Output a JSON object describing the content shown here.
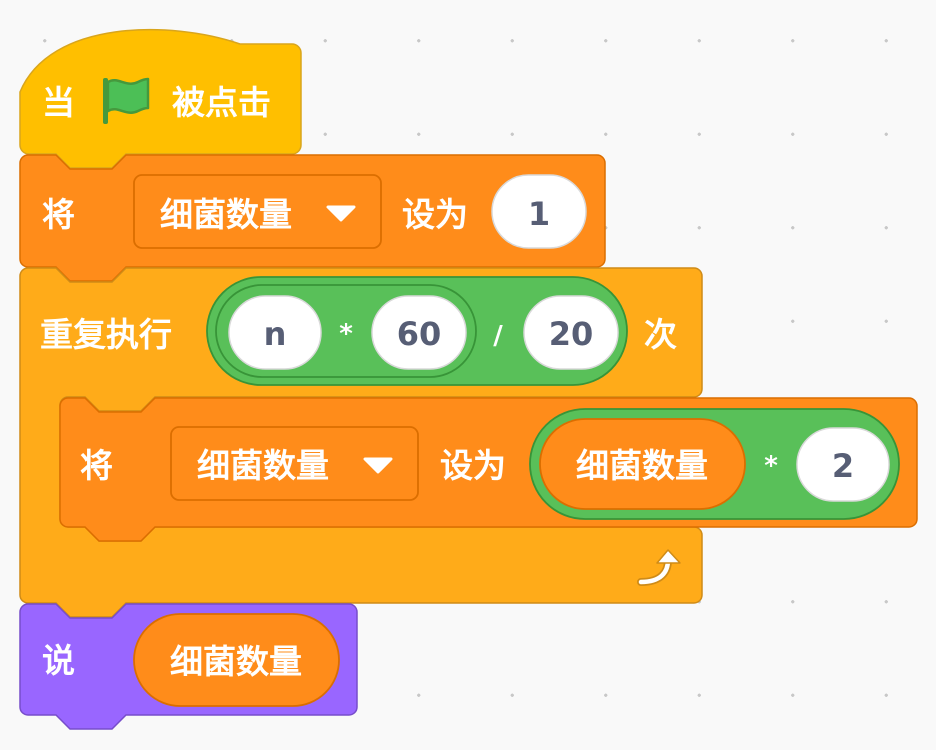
{
  "colors": {
    "events": "#ffbf00",
    "control": "#ffab19",
    "variables": "#ff8c1a",
    "operators": "#59c059",
    "looks": "#9966ff"
  },
  "hat_block": {
    "when_label": "当",
    "flag_icon": "green-flag-icon",
    "clicked_label": "被点击"
  },
  "set_block_1": {
    "label": "将",
    "variable": "细菌数量",
    "to_label": "设为",
    "value": "1"
  },
  "repeat_block": {
    "label": "重复执行",
    "times_label": "次",
    "outer_op": "/",
    "inner_left": "n",
    "inner_op": "*",
    "inner_right": "60",
    "right_value": "20",
    "loop_icon": "loop-arrow-icon"
  },
  "set_block_2": {
    "label": "将",
    "variable": "细菌数量",
    "to_label": "设为",
    "reporter": "细菌数量",
    "op": "*",
    "value": "2"
  },
  "say_block": {
    "label": "说",
    "reporter": "细菌数量"
  }
}
